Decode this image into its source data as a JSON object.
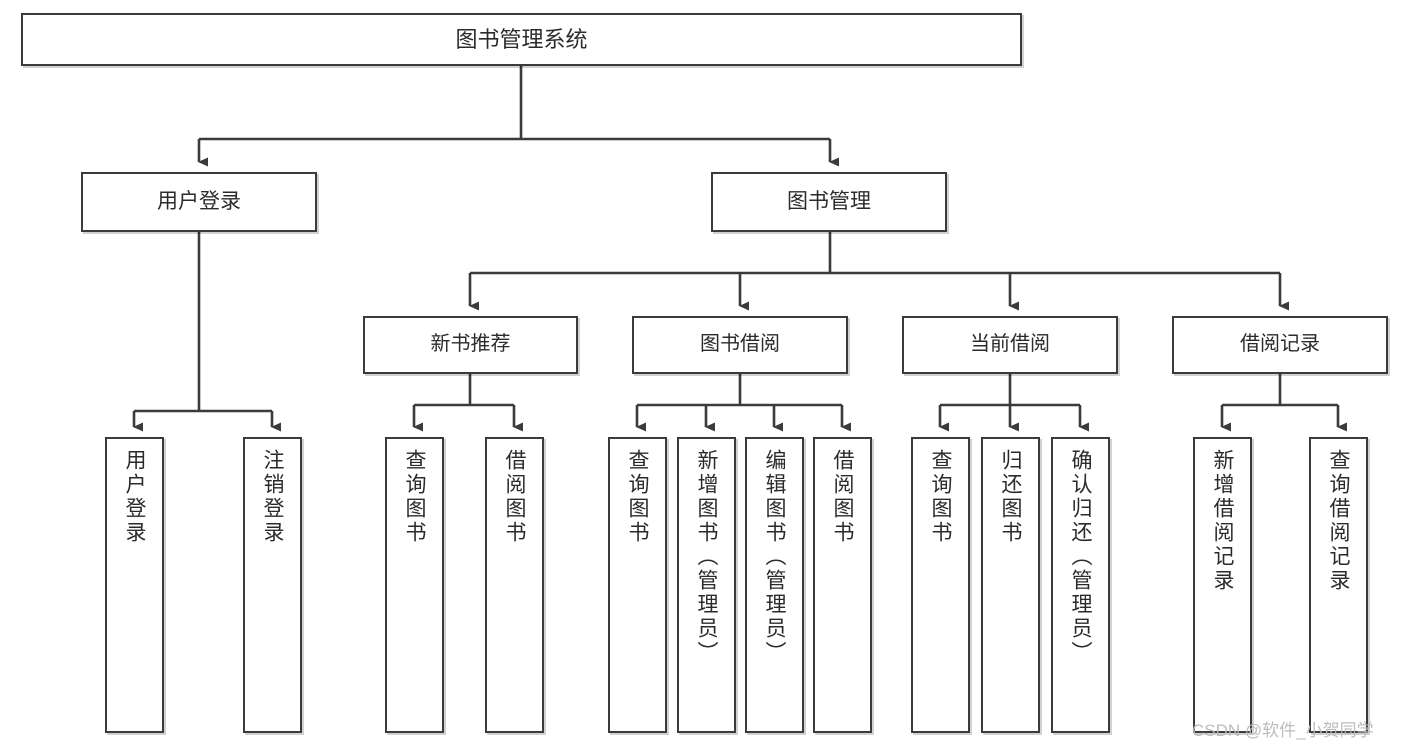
{
  "diagram": {
    "title": "图书管理系统",
    "type": "tree-hierarchy-chart",
    "watermark": "CSDN @软件_小贺同学",
    "colors": {
      "node_border": "#3b3b3b",
      "node_fill": "#ffffff",
      "edge": "#3b3b3b",
      "text": "#2b2b2b",
      "watermark": "#b9b9b9"
    },
    "root": {
      "id": "root",
      "label": "图书管理系统"
    },
    "level2": [
      {
        "id": "user-login",
        "label": "用户登录"
      },
      {
        "id": "book-manage",
        "label": "图书管理"
      }
    ],
    "level3": [
      {
        "id": "new-book-recommend",
        "label": "新书推荐",
        "parent": "book-manage"
      },
      {
        "id": "book-borrow",
        "label": "图书借阅",
        "parent": "book-manage"
      },
      {
        "id": "current-borrow",
        "label": "当前借阅",
        "parent": "book-manage"
      },
      {
        "id": "borrow-record",
        "label": "借阅记录",
        "parent": "book-manage"
      }
    ],
    "leaves": [
      {
        "id": "leaf-user-login",
        "label": "用户登录",
        "parent": "user-login"
      },
      {
        "id": "leaf-logout",
        "label": "注销登录",
        "parent": "user-login"
      },
      {
        "id": "leaf-query-book-1",
        "label": "查询图书",
        "parent": "new-book-recommend"
      },
      {
        "id": "leaf-borrow-book-1",
        "label": "借阅图书",
        "parent": "new-book-recommend"
      },
      {
        "id": "leaf-query-book-2",
        "label": "查询图书",
        "parent": "book-borrow"
      },
      {
        "id": "leaf-add-book",
        "label": "新增图书（管理员）",
        "parent": "book-borrow"
      },
      {
        "id": "leaf-edit-book",
        "label": "编辑图书（管理员）",
        "parent": "book-borrow"
      },
      {
        "id": "leaf-borrow-book-2",
        "label": "借阅图书",
        "parent": "book-borrow"
      },
      {
        "id": "leaf-query-book-3",
        "label": "查询图书",
        "parent": "current-borrow"
      },
      {
        "id": "leaf-return-book",
        "label": "归还图书",
        "parent": "current-borrow"
      },
      {
        "id": "leaf-confirm-return",
        "label": "确认归还（管理员）",
        "parent": "current-borrow"
      },
      {
        "id": "leaf-add-record",
        "label": "新增借阅记录",
        "parent": "borrow-record"
      },
      {
        "id": "leaf-query-record",
        "label": "查询借阅记录",
        "parent": "borrow-record"
      }
    ]
  }
}
